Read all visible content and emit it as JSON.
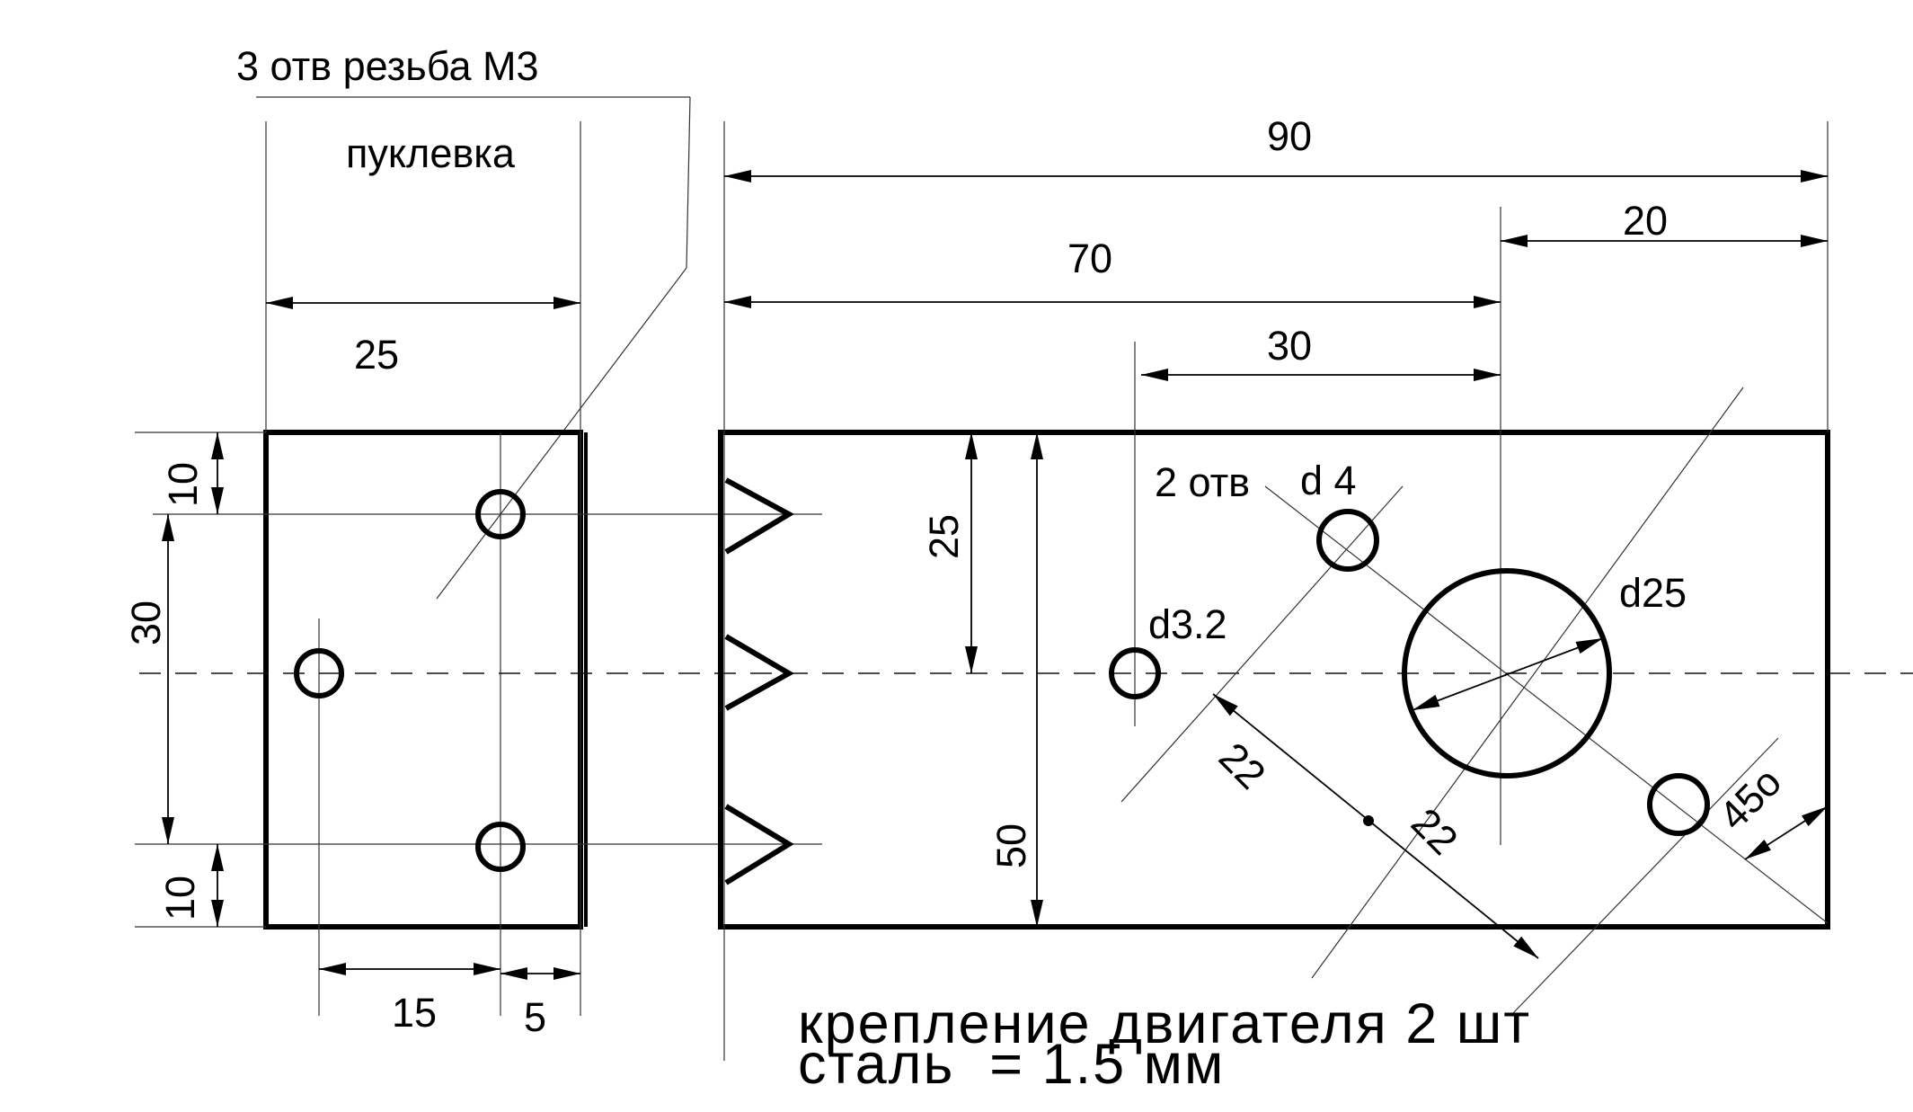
{
  "notes": {
    "holes_thread": "3 отв резьба М3",
    "punch": "пуклевка",
    "two_holes": "2 отв",
    "d4": "d 4",
    "d32": "d3.2",
    "d25": "d25",
    "angle": "45o"
  },
  "dims": {
    "side_width": "25",
    "side_top": "10",
    "side_mid": "30",
    "side_bottom": "10",
    "side_15": "15",
    "side_5": "5",
    "d90": "90",
    "d70": "70",
    "d20": "20",
    "d30": "30",
    "d25v": "25",
    "d50v": "50",
    "d22a": "22",
    "d22b": "22"
  },
  "caption": {
    "line1": "крепление двигателя 2 шт",
    "line2": "сталь  = 1.5 мм"
  }
}
